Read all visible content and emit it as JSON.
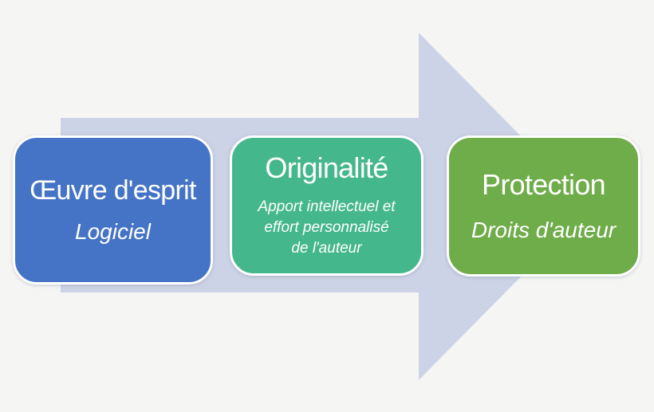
{
  "colors": {
    "background": "#f5f5f4",
    "arrow": "#cdd3e6",
    "step_oeuvre": "#4574c6",
    "step_originalite": "#45b78d",
    "step_protection": "#6fac4a",
    "text": "#ffffff"
  },
  "diagram": {
    "type": "process-arrow",
    "steps": [
      {
        "title": "Œuvre d'esprit",
        "subtitle_lines": [
          "Logiciel"
        ]
      },
      {
        "title": "Originalité",
        "subtitle_lines": [
          "Apport intellectuel et",
          "effort personnalisé",
          "de l'auteur"
        ]
      },
      {
        "title": "Protection",
        "subtitle_lines": [
          "Droits d'auteur"
        ]
      }
    ]
  }
}
